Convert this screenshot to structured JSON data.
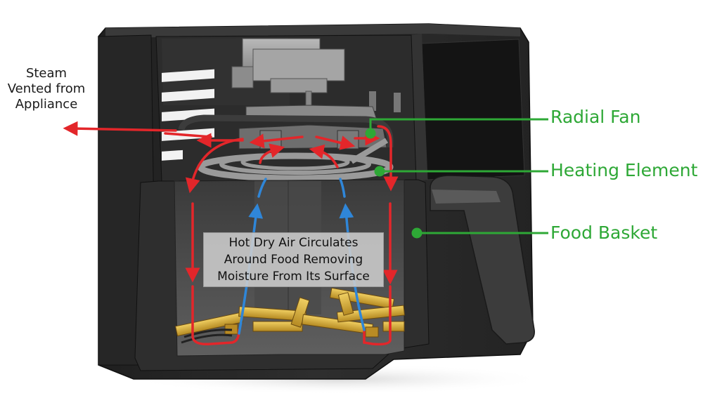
{
  "diagram": {
    "title": "Air fryer cutaway airflow diagram",
    "colors": {
      "callout_green": "#2ea836",
      "hot_air_red": "#e3262a",
      "cool_air_blue": "#2f86d8",
      "housing_dark": "#2b2b2b",
      "interior_gray": "#5a5a5a",
      "food_gold": "#d9ad3c",
      "caption_bg": "#cdcdcd"
    },
    "steam_label": {
      "lines": [
        "Steam",
        "Vented from",
        "Appliance"
      ]
    },
    "callouts": [
      {
        "id": "radial-fan",
        "label": "Radial Fan"
      },
      {
        "id": "heating-element",
        "label": "Heating Element"
      },
      {
        "id": "food-basket",
        "label": "Food Basket"
      }
    ],
    "caption": {
      "lines": [
        "Hot Dry Air Circulates",
        "Around Food Removing",
        "Moisture From Its Surface"
      ]
    },
    "legend_semantics": {
      "red_arrows": "hot air flow",
      "blue_arrows": "moist air rising from food"
    }
  }
}
